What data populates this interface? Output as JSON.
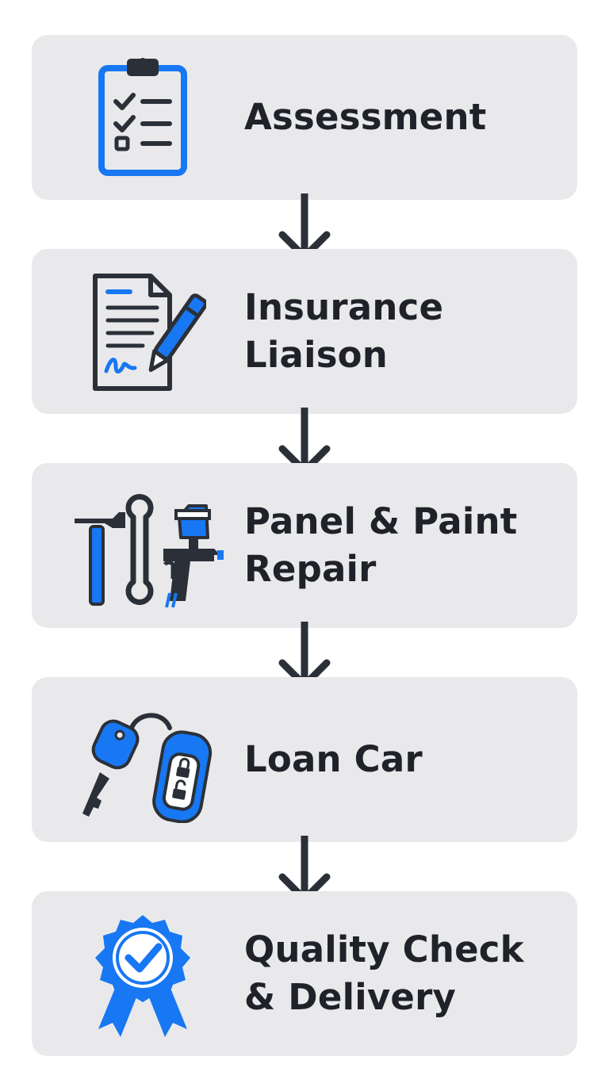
{
  "colors": {
    "card_background": "#e9e9eb",
    "accent_blue": "#1877f2",
    "dark_ink": "#2b3038",
    "text": "#1f2228"
  },
  "steps": [
    {
      "icon": "clipboard-checklist-icon",
      "lines": [
        "Assessment"
      ]
    },
    {
      "icon": "document-pen-icon",
      "lines": [
        "Insurance",
        "Liaison"
      ]
    },
    {
      "icon": "repair-tools-icon",
      "lines": [
        "Panel & Paint",
        "Repair"
      ]
    },
    {
      "icon": "car-keys-icon",
      "lines": [
        "Loan Car"
      ]
    },
    {
      "icon": "quality-badge-icon",
      "lines": [
        "Quality Check",
        "& Delivery"
      ]
    }
  ]
}
